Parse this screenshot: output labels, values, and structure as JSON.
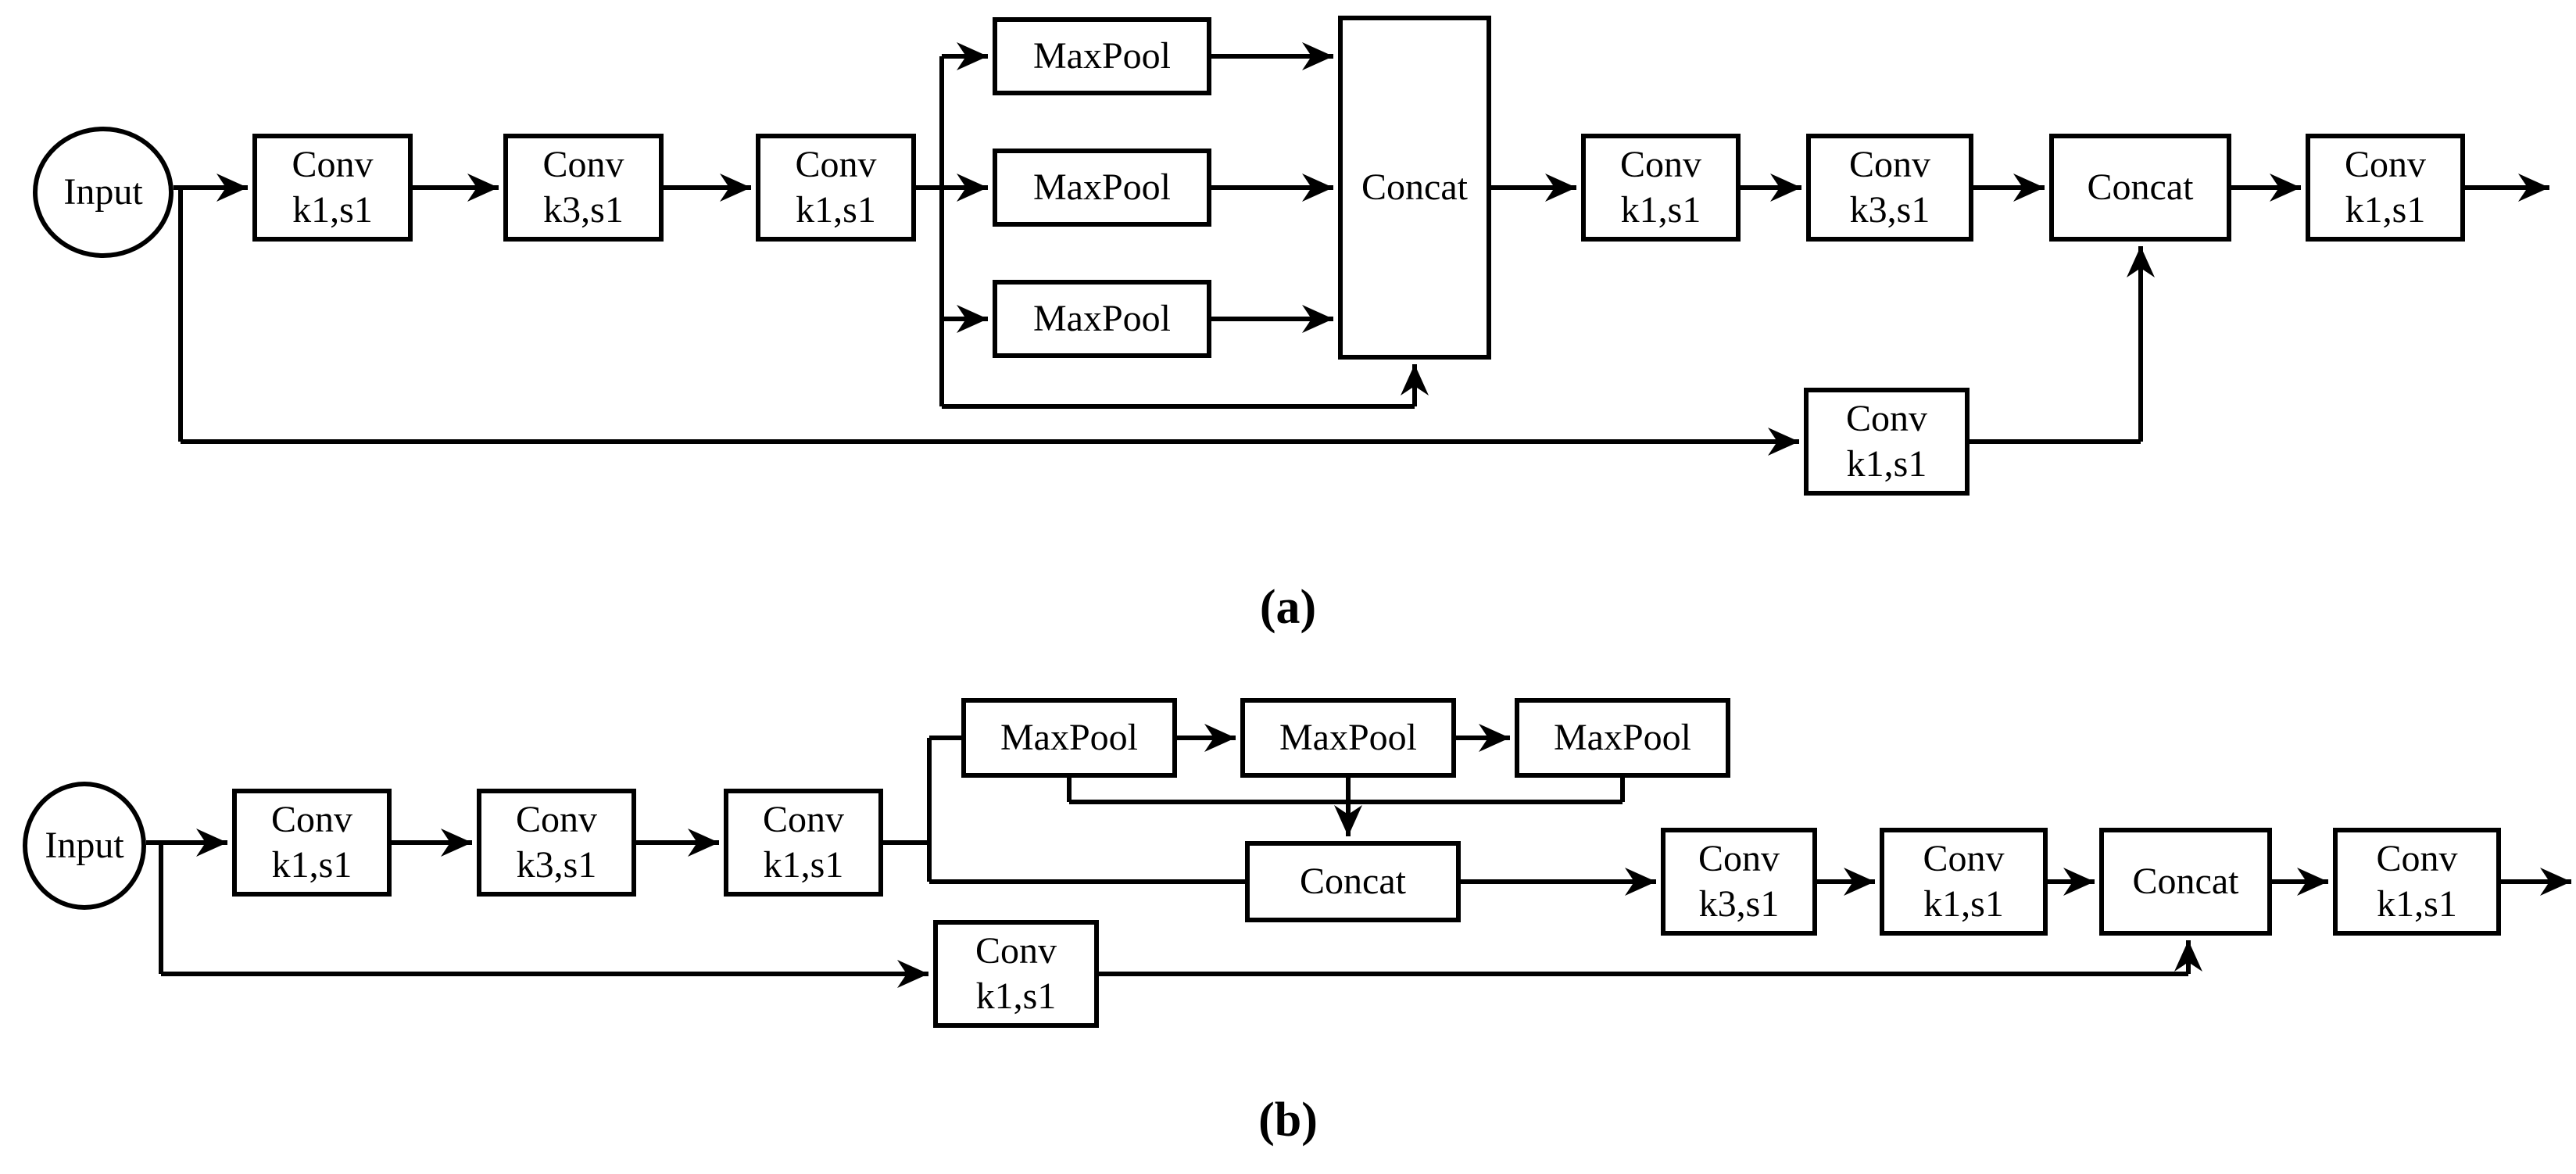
{
  "diagram_a": {
    "input_label": "Input",
    "boxes": {
      "conv1": {
        "l1": "Conv",
        "l2": "k1,s1"
      },
      "conv2": {
        "l1": "Conv",
        "l2": "k3,s1"
      },
      "conv3": {
        "l1": "Conv",
        "l2": "k1,s1"
      },
      "maxpool1": {
        "l1": "MaxPool"
      },
      "maxpool2": {
        "l1": "MaxPool"
      },
      "maxpool3": {
        "l1": "MaxPool"
      },
      "concat1": {
        "l1": "Concat"
      },
      "conv4": {
        "l1": "Conv",
        "l2": "k1,s1"
      },
      "conv5": {
        "l1": "Conv",
        "l2": "k3,s1"
      },
      "concat2": {
        "l1": "Concat"
      },
      "conv6": {
        "l1": "Conv",
        "l2": "k1,s1"
      },
      "conv_skip": {
        "l1": "Conv",
        "l2": "k1,s1"
      }
    },
    "caption": "(a)"
  },
  "diagram_b": {
    "input_label": "Input",
    "boxes": {
      "conv1": {
        "l1": "Conv",
        "l2": "k1,s1"
      },
      "conv2": {
        "l1": "Conv",
        "l2": "k3,s1"
      },
      "conv3": {
        "l1": "Conv",
        "l2": "k1,s1"
      },
      "maxpool1": {
        "l1": "MaxPool"
      },
      "maxpool2": {
        "l1": "MaxPool"
      },
      "maxpool3": {
        "l1": "MaxPool"
      },
      "concat1": {
        "l1": "Concat"
      },
      "conv4": {
        "l1": "Conv",
        "l2": "k3,s1"
      },
      "conv5": {
        "l1": "Conv",
        "l2": "k1,s1"
      },
      "concat2": {
        "l1": "Concat"
      },
      "conv6": {
        "l1": "Conv",
        "l2": "k1,s1"
      },
      "conv_skip": {
        "l1": "Conv",
        "l2": "k1,s1"
      }
    },
    "caption": "(b)"
  },
  "colors": {
    "line": "#000000",
    "background": "#ffffff"
  }
}
